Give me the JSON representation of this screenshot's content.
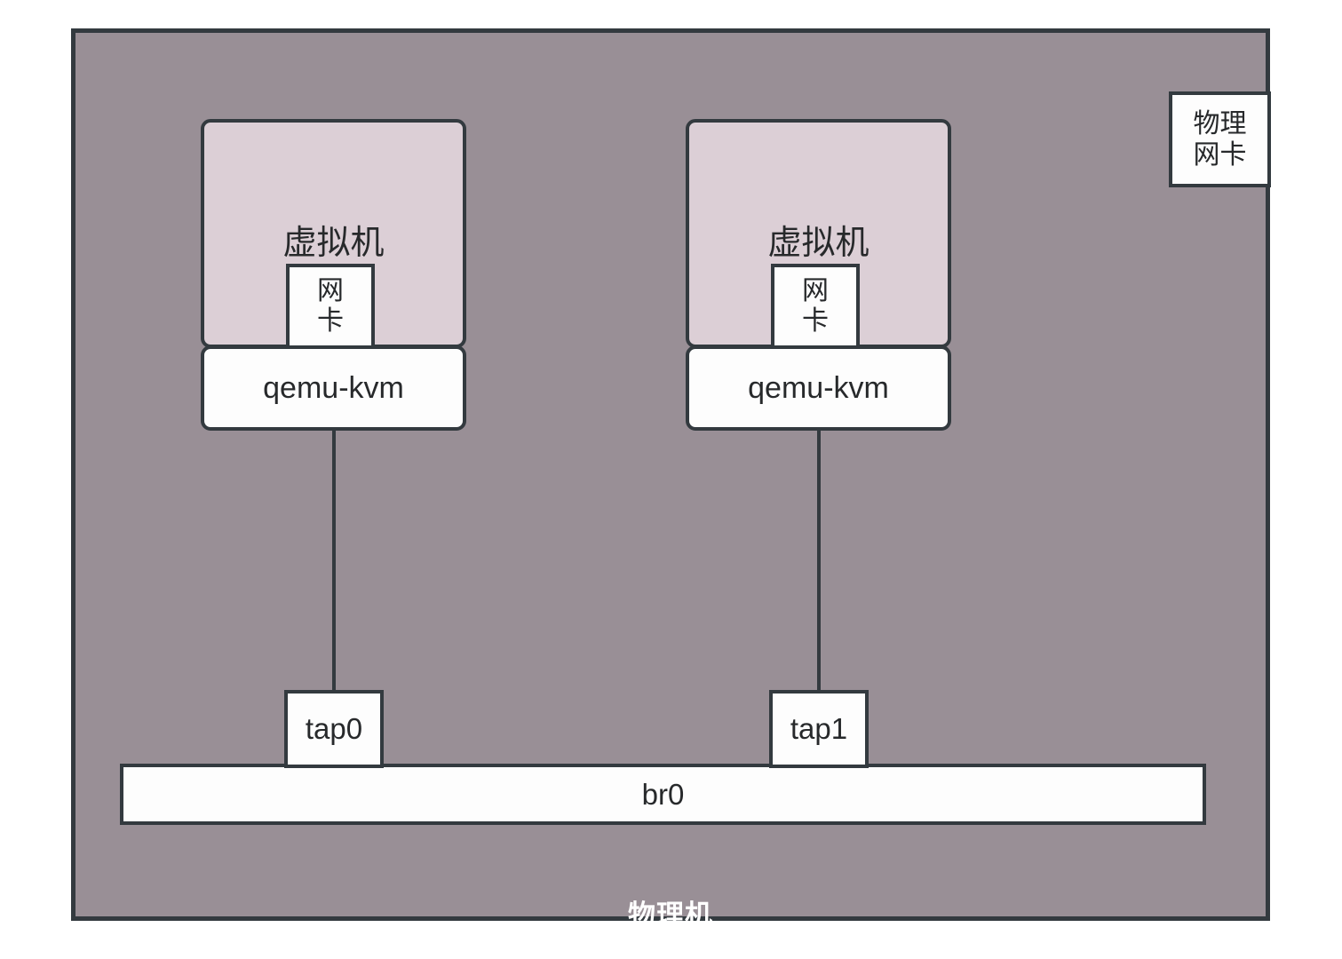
{
  "diagram": {
    "title_bottom": "物理机",
    "colors": {
      "host_fill": "#998F96",
      "vm_fill": "#DCCFD6",
      "box_fill": "#FDFDFD",
      "stroke": "#333A3F",
      "host_label_text": "#FFFFFF"
    },
    "physical_nic": {
      "line1": "物理",
      "line2": "网卡"
    },
    "vms": [
      {
        "title": "虚拟机",
        "nic_line1": "网",
        "nic_line2": "卡",
        "hypervisor": "qemu-kvm",
        "tap": "tap0"
      },
      {
        "title": "虚拟机",
        "nic_line1": "网",
        "nic_line2": "卡",
        "hypervisor": "qemu-kvm",
        "tap": "tap1"
      }
    ],
    "bridge": {
      "label": "br0"
    }
  }
}
